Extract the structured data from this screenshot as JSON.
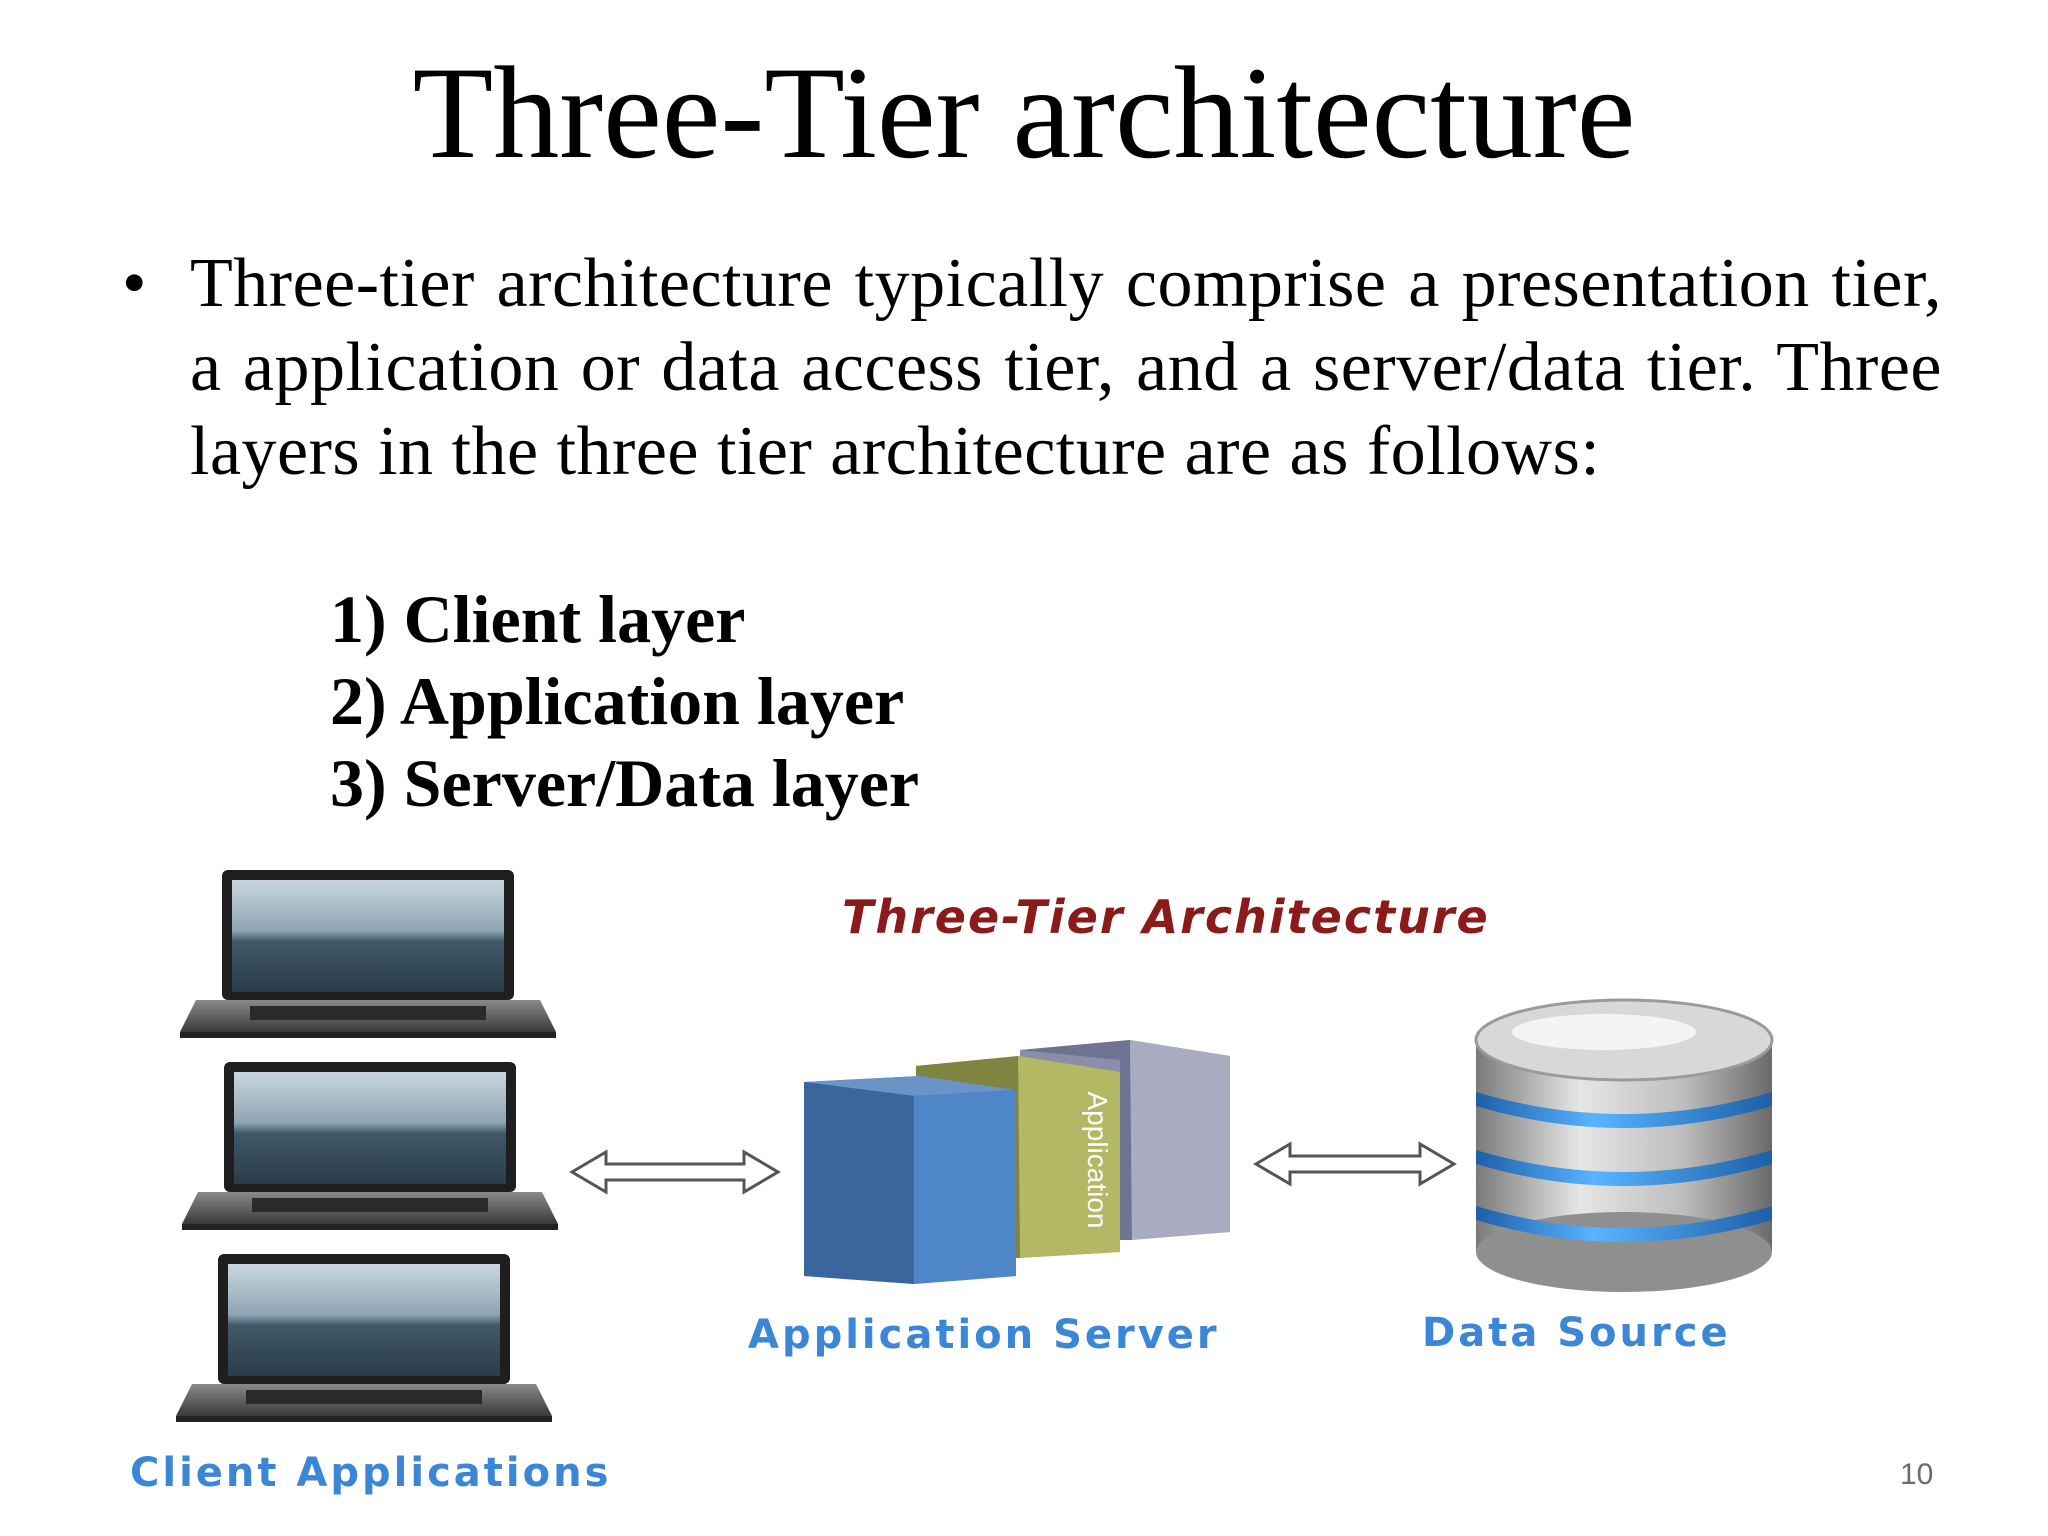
{
  "slide": {
    "title": "Three-Tier architecture",
    "bullet": "Three-tier architecture typically comprise a presentation tier, a application or data access tier, and a server/data tier. Three layers in the three tier architecture are as follows:",
    "layers": [
      "1) Client layer",
      "2) Application layer",
      "3) Server/Data layer"
    ],
    "page_number": "10"
  },
  "diagram": {
    "title": "Three-Tier Architecture",
    "app_book_label": "Application",
    "captions": {
      "client": "Client Applications",
      "server": "Application Server",
      "data": "Data Source"
    },
    "client_count": 3,
    "colors": {
      "title": "#8b1a1a",
      "caption": "#3b86d6",
      "server_blue": "#4a7fc0",
      "server_olive": "#9a9f4c",
      "server_gray": "#8a8ea8",
      "db_stripe": "#2f8ae0"
    }
  }
}
